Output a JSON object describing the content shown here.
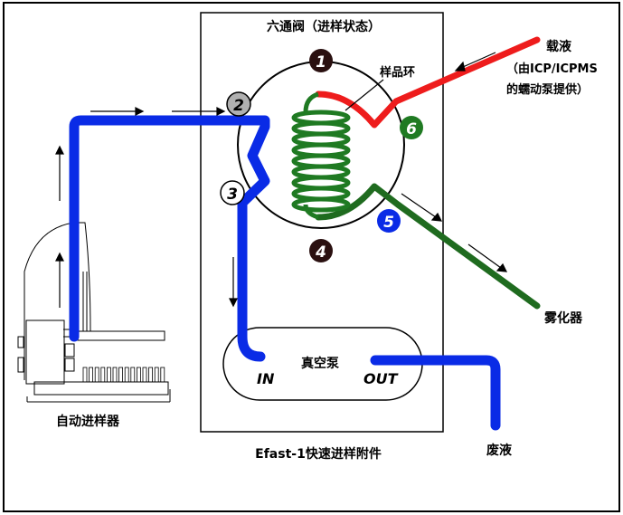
{
  "valve_title": "六通阀（进样状态）",
  "sample_loop_label": "样品环",
  "carrier_label_line1": "载液",
  "carrier_label_line2": "（由ICP/ICPMS",
  "carrier_label_line3": "的蠕动泵提供）",
  "nebulizer_label": "雾化器",
  "autosampler_label": "自动进样器",
  "vacuum_pump_label": "真空泵",
  "pump_in_label": "IN",
  "pump_out_label": "OUT",
  "waste_label": "废液",
  "accessory_label": "Efast-1快速进样附件",
  "ports": [
    "1",
    "2",
    "3",
    "4",
    "5",
    "6"
  ],
  "colors": {
    "sample_line": "#0a2be6",
    "carrier_line": "#ee1c1c",
    "loop": "#1f7a22",
    "nebulizer_line": "#1f6b1f",
    "port_dark": "#2a1010",
    "port_gray": "#b0b0b0",
    "port_white": "#ffffff",
    "port_green": "#1f7a22",
    "port_blue": "#0a2be6"
  }
}
